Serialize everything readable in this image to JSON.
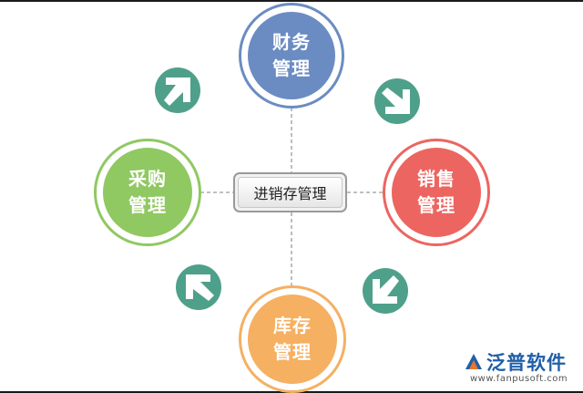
{
  "diagram": {
    "center_label": "进销存管理",
    "nodes": [
      {
        "line1": "财务",
        "line2": "管理",
        "color": "#6b8cc2"
      },
      {
        "line1": "销售",
        "line2": "管理",
        "color": "#ec6561"
      },
      {
        "line1": "库存",
        "line2": "管理",
        "color": "#f5b062"
      },
      {
        "line1": "采购",
        "line2": "管理",
        "color": "#90c862"
      }
    ],
    "arrow_color": "#4fa08a",
    "connector_color": "#9a9a9a"
  },
  "logo": {
    "brand": "泛普软件",
    "url": "www.fanpusoft.com",
    "colors": {
      "primary": "#1f5fa8",
      "accent": "#e8762c"
    }
  }
}
